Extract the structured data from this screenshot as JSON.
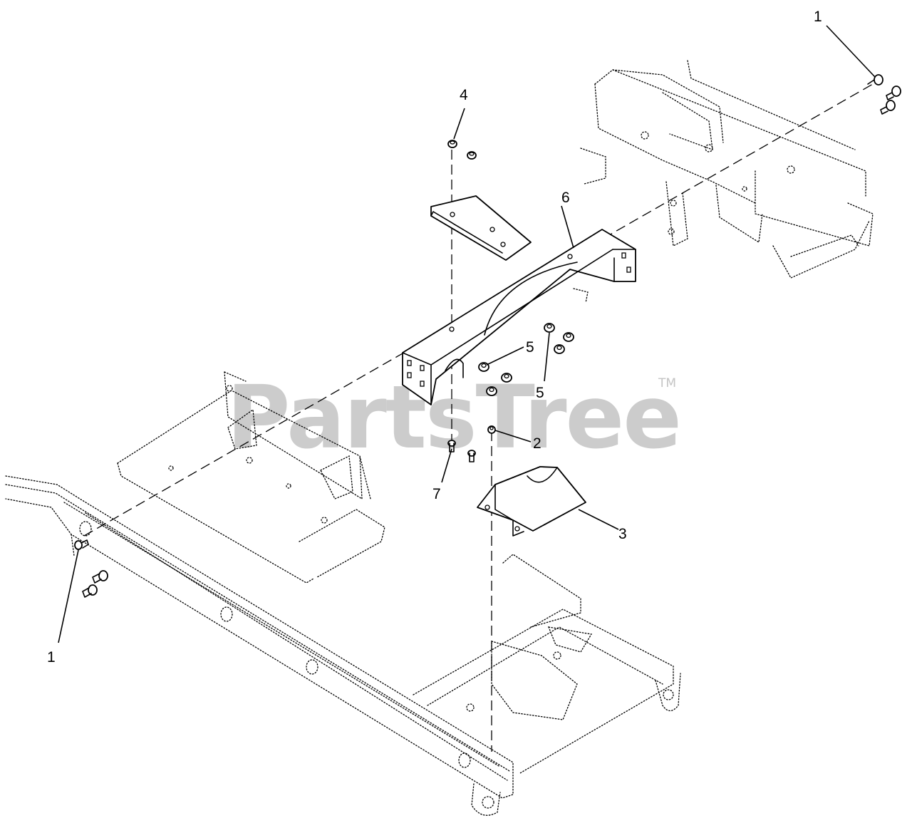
{
  "watermark": {
    "text": "PartsTree",
    "trademark": "TM"
  },
  "callouts": {
    "c1_top": "1",
    "c1_bottom": "1",
    "c2": "2",
    "c3": "3",
    "c4": "4",
    "c5_a": "5",
    "c5_b": "5",
    "c6": "6",
    "c7": "7"
  }
}
